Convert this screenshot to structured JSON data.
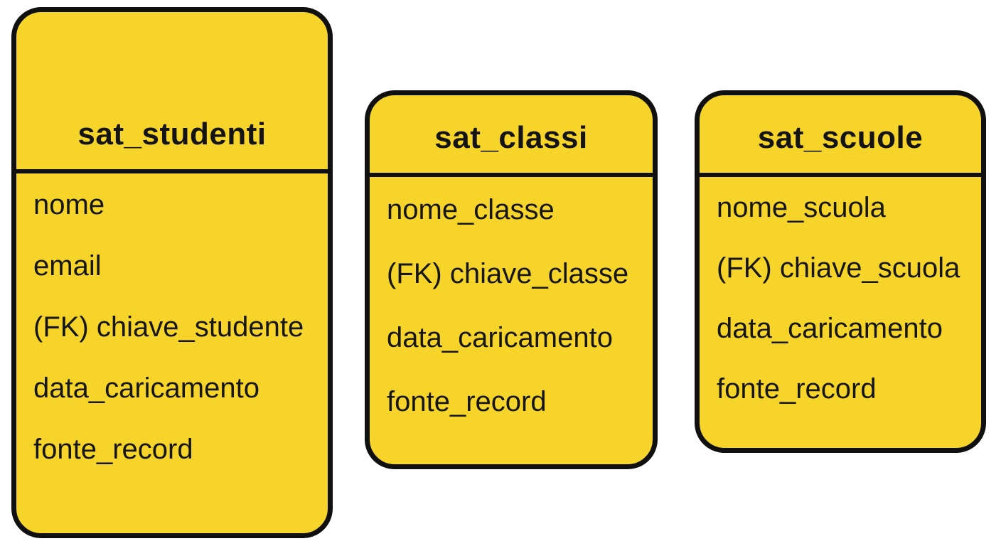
{
  "diagram": {
    "type": "entity-relationship",
    "background_color": "#ffffff",
    "entity_fill_color": "#F6D42A",
    "entity_border_color": "#101010",
    "text_color": "#141414"
  },
  "entities": [
    {
      "title": "sat_studenti",
      "fields": [
        "nome",
        "email",
        "(FK) chiave_studente",
        "data_caricamento",
        "fonte_record"
      ]
    },
    {
      "title": "sat_classi",
      "fields": [
        "nome_classe",
        "(FK) chiave_classe",
        "data_caricamento",
        "fonte_record"
      ]
    },
    {
      "title": "sat_scuole",
      "fields": [
        "nome_scuola",
        "(FK) chiave_scuola",
        "data_caricamento",
        "fonte_record"
      ]
    }
  ]
}
